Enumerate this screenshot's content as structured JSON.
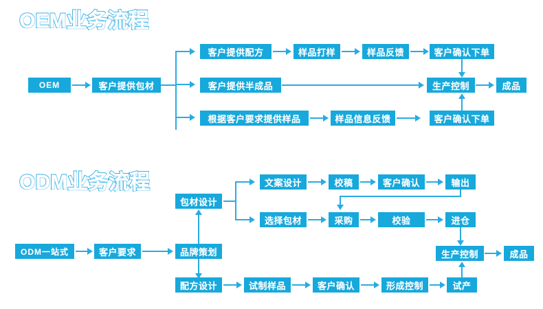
{
  "meta": {
    "accent_color": "#17A8DC",
    "line_color": "#29ABE2",
    "background": "#ffffff",
    "box_text_color": "#ffffff"
  },
  "sections": [
    {
      "id": "oem",
      "title": "OEM业务流程",
      "start": "OEM",
      "stage2": "客户提供包材",
      "branches": [
        {
          "steps": [
            "客户提供配方",
            "样品打样",
            "样品反馈",
            "客户确认下单"
          ]
        },
        {
          "steps": [
            "客户提供半成品"
          ]
        },
        {
          "steps": [
            "根据客户要求提供样品",
            "样品信息反馈",
            "客户确认下单"
          ]
        }
      ],
      "converge": "生产控制",
      "output": "成品"
    },
    {
      "id": "odm",
      "title": "ODM业务流程",
      "start": "ODM一站式",
      "stage2": "客户要求",
      "stage3": "品牌策划",
      "packaging_design": "包材设计",
      "rows": {
        "top": [
          "文案设计",
          "校稿",
          "客户确认",
          "输出"
        ],
        "middle": [
          "选择包材",
          "采购",
          "校验",
          "进仓"
        ],
        "bottom": [
          "配方设计",
          "试制样品",
          "客户确认",
          "形成控制",
          "试产"
        ]
      },
      "converge": "生产控制",
      "output": "成品"
    }
  ]
}
